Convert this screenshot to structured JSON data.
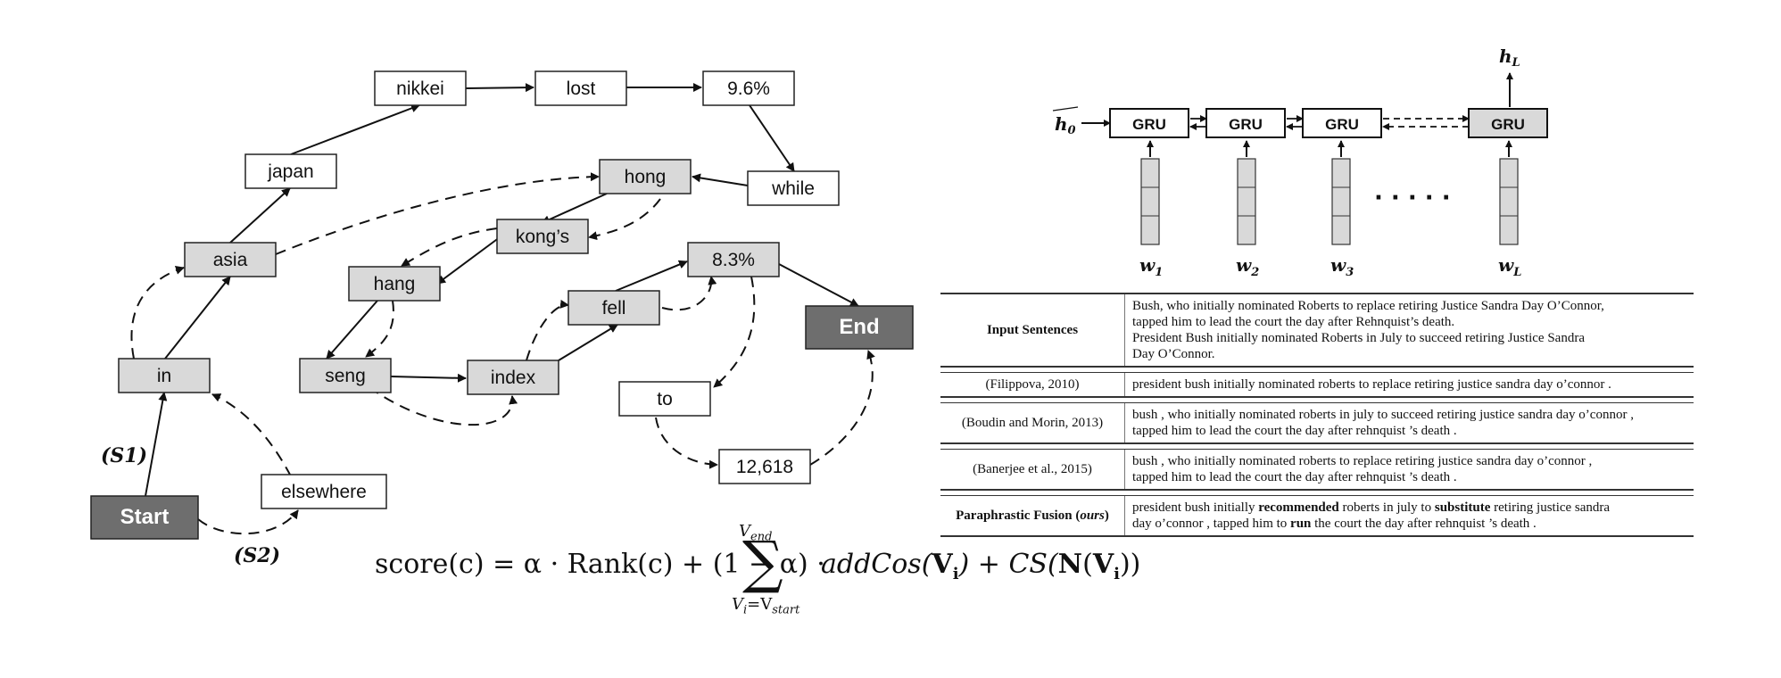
{
  "graph": {
    "nodes": [
      {
        "id": "start",
        "label": "Start",
        "style": "dark"
      },
      {
        "id": "in",
        "label": "in",
        "style": "gray"
      },
      {
        "id": "elsewhere",
        "label": "elsewhere",
        "style": "white"
      },
      {
        "id": "asia",
        "label": "asia",
        "style": "gray"
      },
      {
        "id": "japan",
        "label": "japan",
        "style": "white"
      },
      {
        "id": "nikkei",
        "label": "nikkei",
        "style": "white"
      },
      {
        "id": "lost",
        "label": "lost",
        "style": "white"
      },
      {
        "id": "pct96",
        "label": "9.6%",
        "style": "white"
      },
      {
        "id": "while",
        "label": "while",
        "style": "white"
      },
      {
        "id": "hong",
        "label": "hong",
        "style": "gray"
      },
      {
        "id": "kongs",
        "label": "kong’s",
        "style": "gray"
      },
      {
        "id": "hang",
        "label": "hang",
        "style": "gray"
      },
      {
        "id": "seng",
        "label": "seng",
        "style": "gray"
      },
      {
        "id": "index",
        "label": "index",
        "style": "gray"
      },
      {
        "id": "fell",
        "label": "fell",
        "style": "gray"
      },
      {
        "id": "pct83",
        "label": "8.3%",
        "style": "gray"
      },
      {
        "id": "to",
        "label": "to",
        "style": "white"
      },
      {
        "id": "num12618",
        "label": "12,618",
        "style": "white"
      },
      {
        "id": "end",
        "label": "End",
        "style": "dark"
      }
    ],
    "path_labels": {
      "s1": "(S1)",
      "s2": "(S2)"
    }
  },
  "gru": {
    "h0": "h0",
    "hL": "hL",
    "units": [
      "GRU",
      "GRU",
      "GRU",
      "GRU"
    ],
    "inputs": [
      "w1",
      "w2",
      "w3",
      "wL"
    ],
    "ellipsis": "· · · · ·"
  },
  "table": {
    "rows": [
      {
        "method": "Input Sentences",
        "bold": true,
        "lines": [
          "Bush, who initially nominated Roberts to replace retiring Justice Sandra Day O’Connor,",
          "tapped him to lead the court the day after Rehnquist’s death.",
          "President Bush initially nominated Roberts in July to succeed retiring Justice Sandra",
          "Day O’Connor."
        ]
      },
      {
        "method": "(Filippova, 2010)",
        "bold": false,
        "lines": [
          "president bush initially nominated roberts to replace retiring justice sandra day o’connor ."
        ]
      },
      {
        "method": "(Boudin and Morin, 2013)",
        "bold": false,
        "lines": [
          "bush , who initially nominated roberts in july to succeed retiring justice sandra day o’connor ,",
          "tapped him to lead the court the day after rehnquist ’s death ."
        ]
      },
      {
        "method": "(Banerjee et al., 2015)",
        "bold": false,
        "lines": [
          "bush , who initially nominated roberts to replace retiring justice sandra day o’connor ,",
          "tapped him to lead the court the day after rehnquist ’s death ."
        ]
      },
      {
        "method": "Paraphrastic Fusion (",
        "method_em": "ours",
        "method_end": ")",
        "bold": true,
        "html_lines": [
          "president bush initially <b>recommended</b> roberts in july to <b>substitute</b> retiring justice sandra",
          "day o’connor , tapped him to <b>run</b> the court the day after rehnquist ’s death ."
        ]
      }
    ]
  },
  "formula": {
    "main": "score(c) = α · Rank(c) + (1 − α) ·",
    "sup": "V",
    "sup_sub": "end",
    "sub": "V",
    "sub_i": "i",
    "sub_eq": "=V",
    "sub_start": "start",
    "rest_a": "addCos(",
    "rest_b": "V",
    "rest_c": "i",
    "rest_d": ") + CS(",
    "rest_e": "N",
    "rest_f": "(",
    "rest_g": "V",
    "rest_h": "i",
    "rest_i": "))"
  }
}
